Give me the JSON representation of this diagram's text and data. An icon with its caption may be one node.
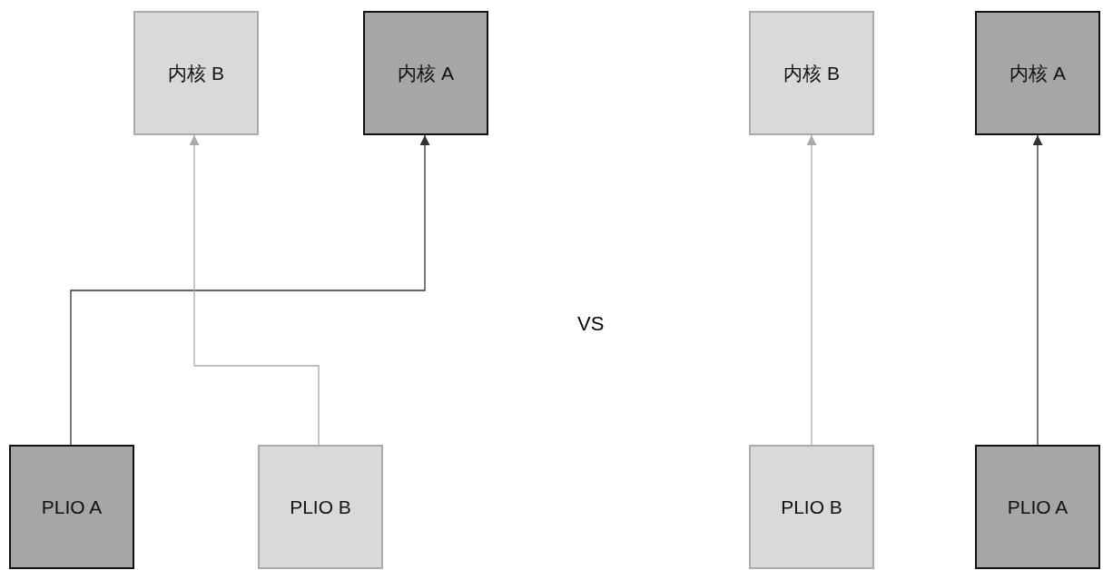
{
  "diagram": {
    "nodes": [
      {
        "text": [
          "内核 B"
        ]
      },
      {
        "text": [
          "内核 A"
        ]
      },
      {
        "text": [
          "内核 B"
        ]
      },
      {
        "text": [
          "内核 A"
        ]
      },
      {
        "text": [
          "PLIO A"
        ]
      },
      {
        "text": [
          "PLIO B"
        ]
      },
      {
        "text": [
          "PLIO B"
        ]
      },
      {
        "text": [
          "PLIO A"
        ]
      }
    ],
    "edges": [
      {
        "from": 4,
        "to": 1,
        "arrow": "to",
        "color": "#333333"
      },
      {
        "from": 5,
        "to": 0,
        "arrow": "to",
        "color": "#aaaaaa"
      },
      {
        "from": 6,
        "to": 2,
        "arrow": "to",
        "color": "#aaaaaa"
      },
      {
        "from": 7,
        "to": 3,
        "arrow": "to",
        "color": "#333333"
      }
    ],
    "labels": [
      "VS"
    ]
  }
}
